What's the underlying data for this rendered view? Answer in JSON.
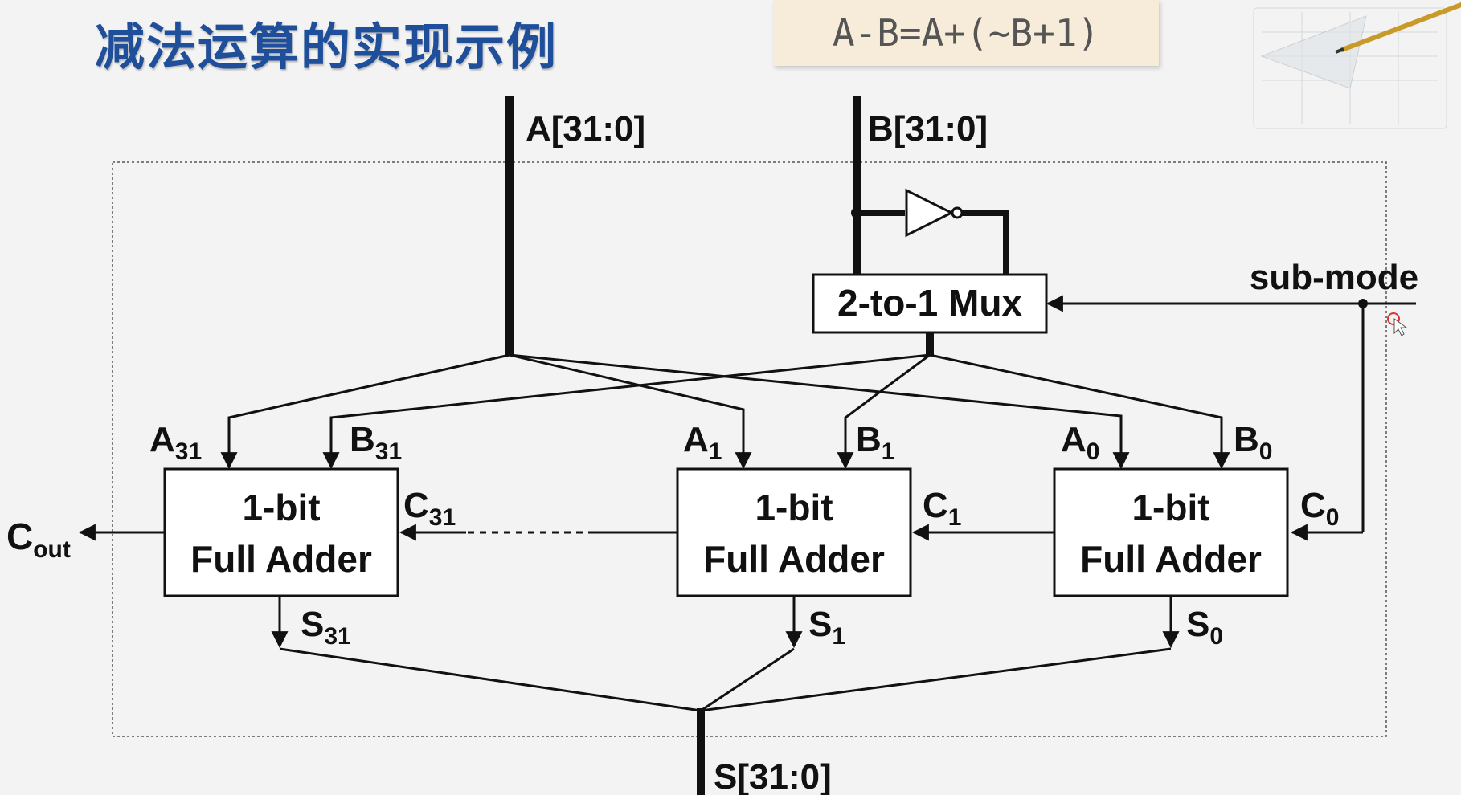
{
  "title": "减法运算的实现示例",
  "formula": "A-B=A+(~B+1)",
  "inputs": {
    "a_bus": "A[31:0]",
    "b_bus": "B[31:0]",
    "sub_mode": "sub-mode"
  },
  "mux_label": "2-to-1 Mux",
  "adders": [
    {
      "line1": "1-bit",
      "line2": "Full Adder",
      "a_base": "A",
      "a_sub": "31",
      "b_base": "B",
      "b_sub": "31",
      "c_base": "C",
      "c_sub": "31",
      "s_base": "S",
      "s_sub": "31"
    },
    {
      "line1": "1-bit",
      "line2": "Full Adder",
      "a_base": "A",
      "a_sub": "1",
      "b_base": "B",
      "b_sub": "1",
      "c_base": "C",
      "c_sub": "1",
      "s_base": "S",
      "s_sub": "1"
    },
    {
      "line1": "1-bit",
      "line2": "Full Adder",
      "a_base": "A",
      "a_sub": "0",
      "b_base": "B",
      "b_sub": "0",
      "c_base": "C",
      "c_sub": "0",
      "s_base": "S",
      "s_sub": "0"
    }
  ],
  "cout": {
    "base": "C",
    "sub": "out"
  },
  "output_bus": "S[31:0]"
}
